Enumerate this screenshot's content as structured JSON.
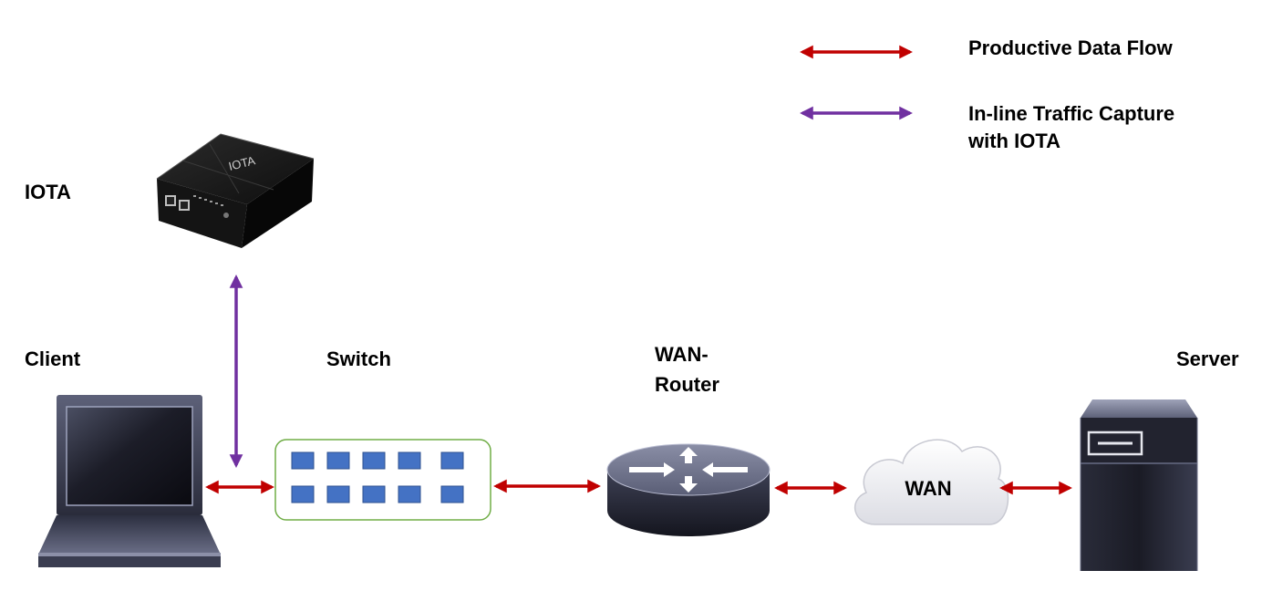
{
  "legend": {
    "productive_label": "Productive Data Flow",
    "capture_label_line1": "In-line Traffic Capture",
    "capture_label_line2": "with IOTA"
  },
  "labels": {
    "iota": "IOTA",
    "client": "Client",
    "switch": "Switch",
    "router_line1": "WAN-",
    "router_line2": "Router",
    "server": "Server",
    "wan": "WAN",
    "device_brand": "IOTA"
  },
  "colors": {
    "productive_arrow": "#c00000",
    "capture_arrow": "#7030a0",
    "switch_port": "#4472c4",
    "switch_border": "#70ad47"
  },
  "icons": [
    "iota-device-icon",
    "laptop-icon",
    "switch-icon",
    "router-icon",
    "cloud-icon",
    "server-icon"
  ]
}
